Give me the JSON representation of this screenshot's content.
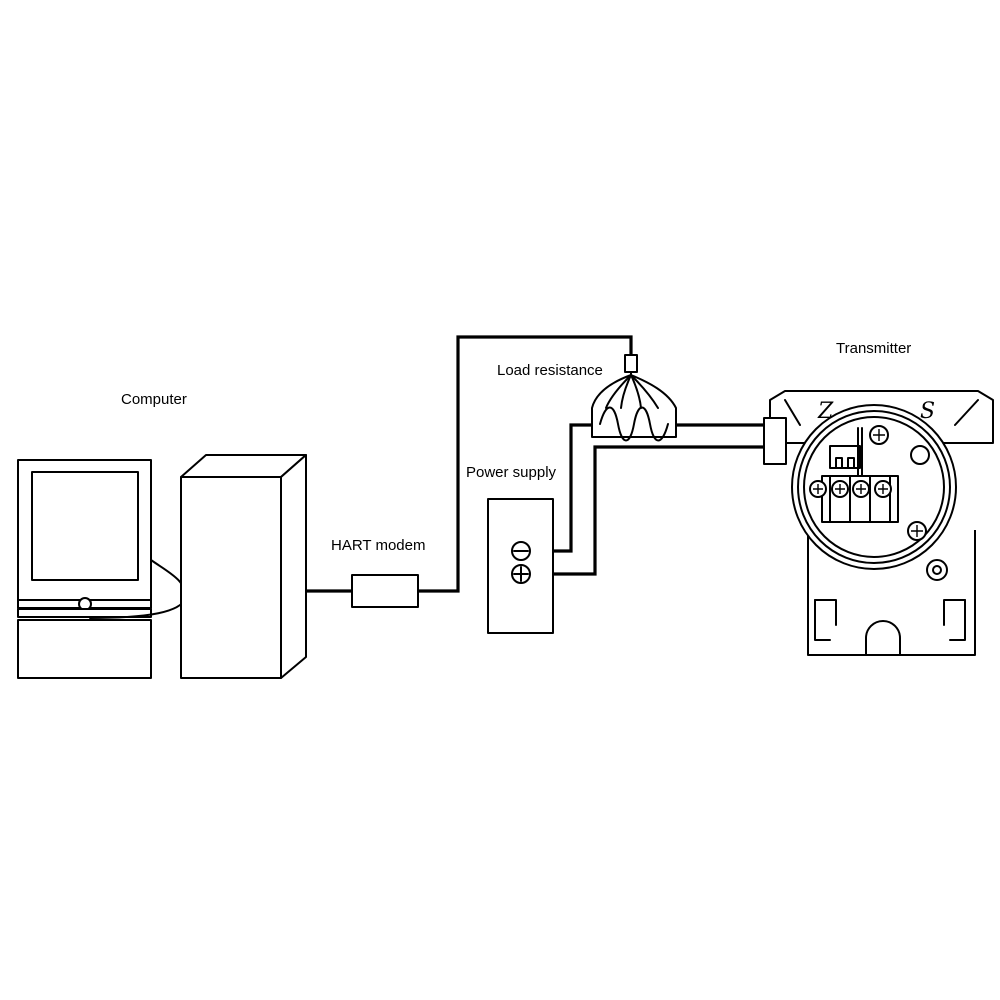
{
  "labels": {
    "computer": "Computer",
    "hart_modem": "HART modem",
    "load_resistance": "Load resistance",
    "power_supply": "Power supply",
    "transmitter": "Transmitter"
  },
  "transmitter_markings": {
    "left": "Z",
    "right": "S"
  },
  "colors": {
    "line": "#000000",
    "background": "#ffffff"
  }
}
